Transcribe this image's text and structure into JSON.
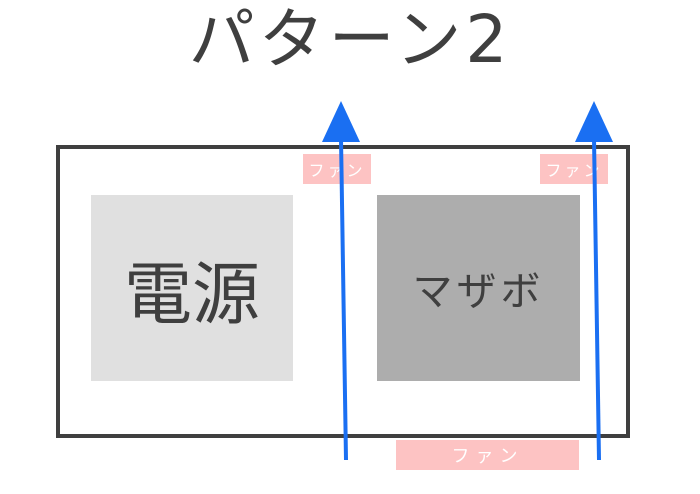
{
  "diagram": {
    "title": "パターン2",
    "components": {
      "psu_label": "電源",
      "motherboard_label": "マザボ"
    },
    "fans": [
      {
        "label": "ファン"
      },
      {
        "label": "ファン"
      },
      {
        "label": "ファン"
      }
    ],
    "colors": {
      "outline": "#3f3f3f",
      "psu": "#e0e0e0",
      "motherboard": "#adadad",
      "fan": "#fdc3c3",
      "arrow": "#1a6ff2"
    }
  }
}
